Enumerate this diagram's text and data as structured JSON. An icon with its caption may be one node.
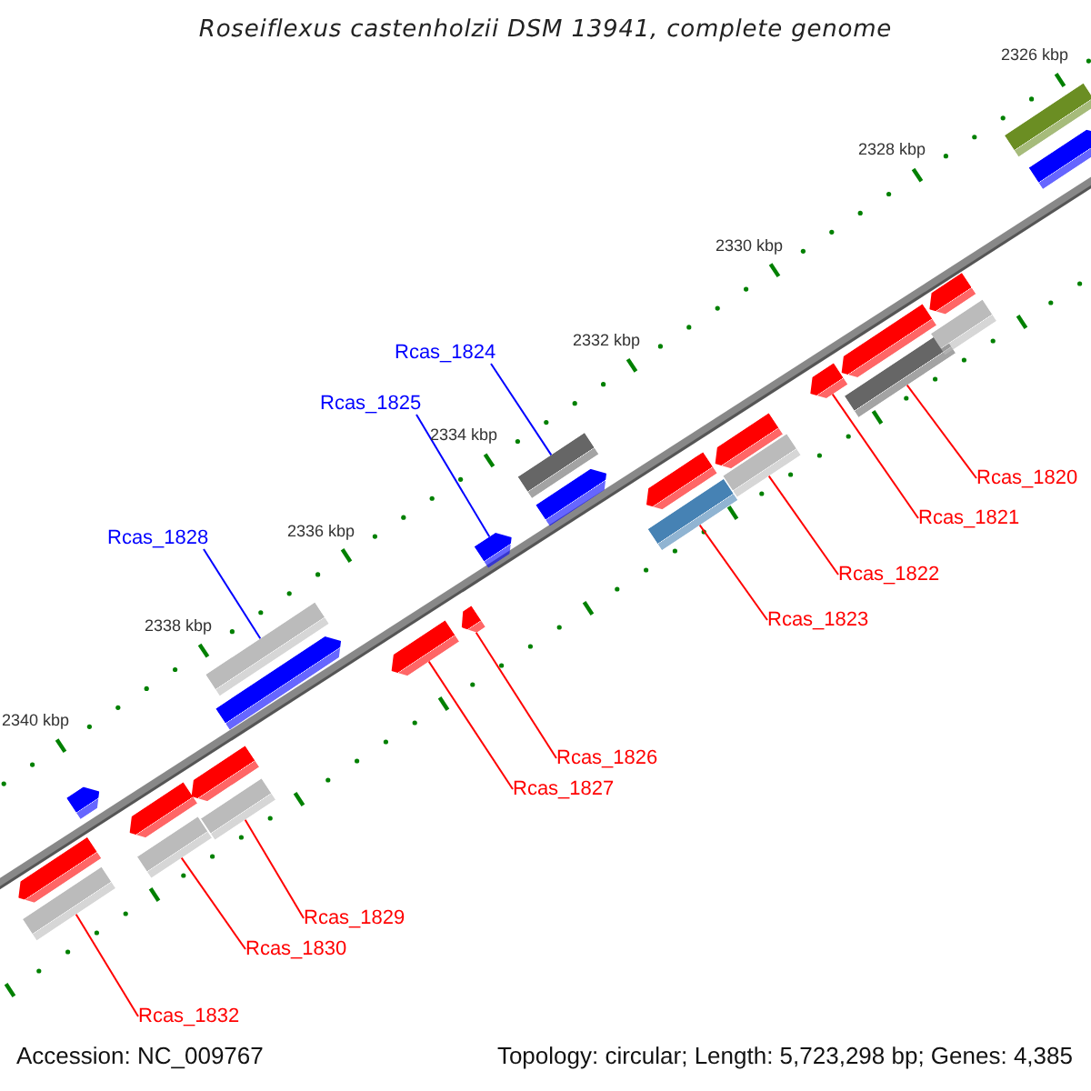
{
  "diagram": {
    "title": "Roseiflexus castenholzii DSM 13941, complete genome",
    "nodes": [
      {
        "text": [
          "Rcas_1824"
        ]
      },
      {
        "text": [
          "Rcas_1825"
        ]
      },
      {
        "text": [
          "Rcas_1820"
        ]
      },
      {
        "text": [
          "Rcas_1821"
        ]
      },
      {
        "text": [
          "Rcas_1828"
        ]
      },
      {
        "text": [
          "Rcas_1822"
        ]
      },
      {
        "text": [
          "Rcas_1823"
        ]
      },
      {
        "text": [
          "Rcas_1826"
        ]
      },
      {
        "text": [
          "Rcas_1827"
        ]
      },
      {
        "text": [
          "Rcas_1829"
        ]
      },
      {
        "text": [
          "Rcas_1830"
        ]
      },
      {
        "text": [
          "Rcas_1832"
        ]
      },
      {
        "text": [],
        "shape": "bar"
      },
      {
        "text": [],
        "shape": "pentagon"
      },
      {
        "text": [],
        "shape": "bar"
      },
      {
        "text": [],
        "shape": "pentagon"
      },
      {
        "text": [],
        "shape": "bar"
      },
      {
        "text": [],
        "shape": "bar"
      },
      {
        "text": [],
        "shape": "bar"
      },
      {
        "text": [],
        "shape": "pentagon"
      },
      {
        "text": [],
        "shape": "pentagon"
      },
      {
        "text": [],
        "shape": "bar"
      },
      {
        "text": [],
        "shape": "bar"
      },
      {
        "text": [],
        "shape": "bar"
      },
      {
        "text": [],
        "shape": "bar"
      },
      {
        "text": [],
        "shape": "pentagon"
      },
      {
        "text": [],
        "shape": "pentagon"
      },
      {
        "text": [],
        "shape": "pentagon"
      },
      {
        "text": [],
        "shape": "pentagon"
      },
      {
        "text": [],
        "shape": "pentagon"
      },
      {
        "text": [],
        "shape": "pentagon"
      },
      {
        "text": [],
        "shape": "pentagon"
      },
      {
        "text": [],
        "shape": "pentagon"
      },
      {
        "text": [],
        "shape": "bar"
      },
      {
        "text": [],
        "shape": "pentagon"
      },
      {
        "text": [],
        "shape": "pentagon"
      },
      {
        "text": [],
        "shape": "pentagon"
      }
    ],
    "edges": [
      {
        "from": 0,
        "to": 12,
        "arrow": "none",
        "color": "#0000ff"
      },
      {
        "from": 1,
        "to": 13,
        "arrow": "none",
        "color": "#0000ff"
      },
      {
        "from": 2,
        "to": 14,
        "arrow": "none"
      },
      {
        "from": 3,
        "to": 15,
        "arrow": "none"
      },
      {
        "from": 4,
        "to": 16,
        "arrow": "none",
        "color": "#0000ff"
      },
      {
        "from": 5,
        "to": 17,
        "arrow": "none"
      },
      {
        "from": 6,
        "to": 18,
        "arrow": "none"
      },
      {
        "from": 7,
        "to": 19,
        "arrow": "none"
      },
      {
        "from": 8,
        "to": 20,
        "arrow": "none"
      },
      {
        "from": 9,
        "to": 21,
        "arrow": "none"
      },
      {
        "from": 10,
        "to": 22,
        "arrow": "none"
      },
      {
        "from": 11,
        "to": 23,
        "arrow": "none"
      }
    ],
    "labels": [
      "2326 kbp",
      "2328 kbp",
      "2330 kbp",
      "2332 kbp",
      "2334 kbp",
      "2336 kbp",
      "2338 kbp",
      "2340 kbp",
      "Accession: NC_009767",
      "Topology: circular; Length: 5,723,298 bp; Genes: 4,385"
    ]
  }
}
